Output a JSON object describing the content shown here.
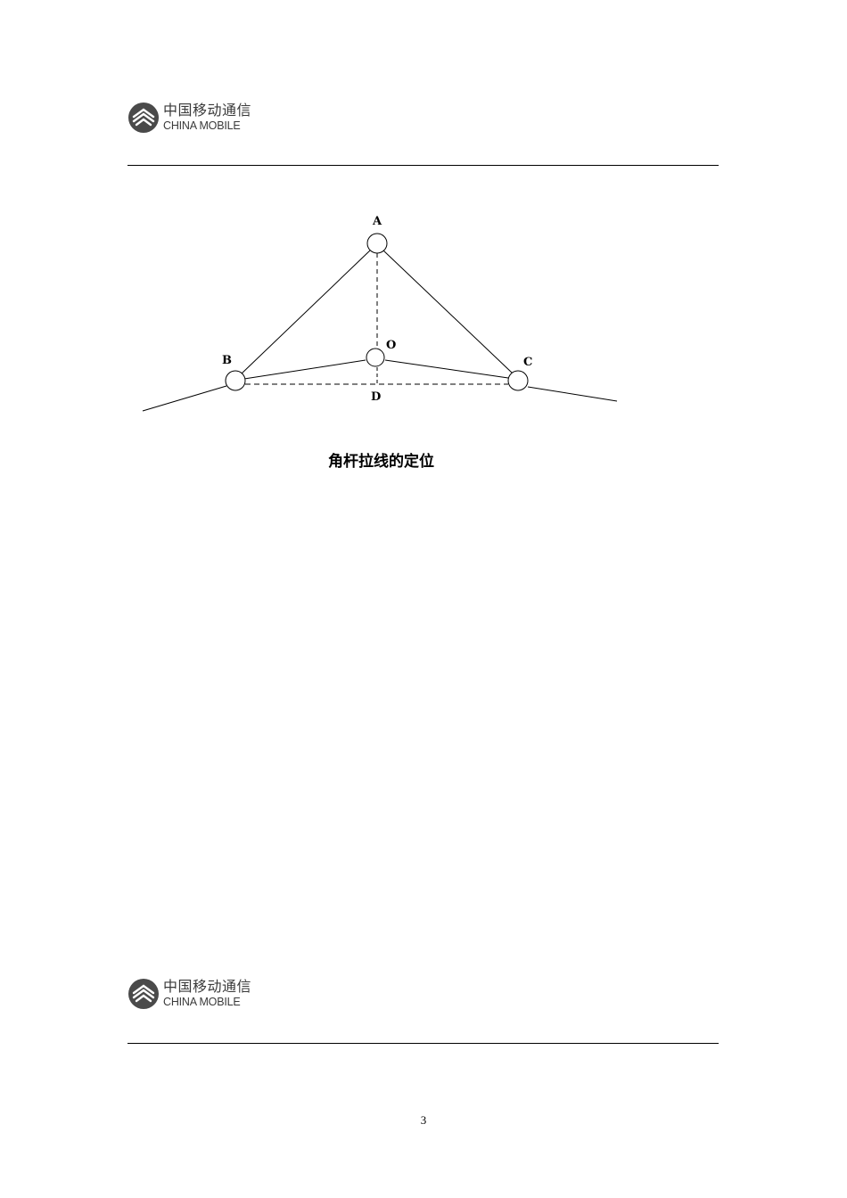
{
  "header": {
    "logo_cn": "中国移动通信",
    "logo_en": "CHINA MOBILE"
  },
  "footer": {
    "logo_cn": "中国移动通信",
    "logo_en": "CHINA MOBILE",
    "page_number": "3"
  },
  "diagram": {
    "points": {
      "A": "A",
      "B": "B",
      "C": "C",
      "O": "O",
      "D": "D"
    },
    "caption": "角杆拉线的定位"
  }
}
